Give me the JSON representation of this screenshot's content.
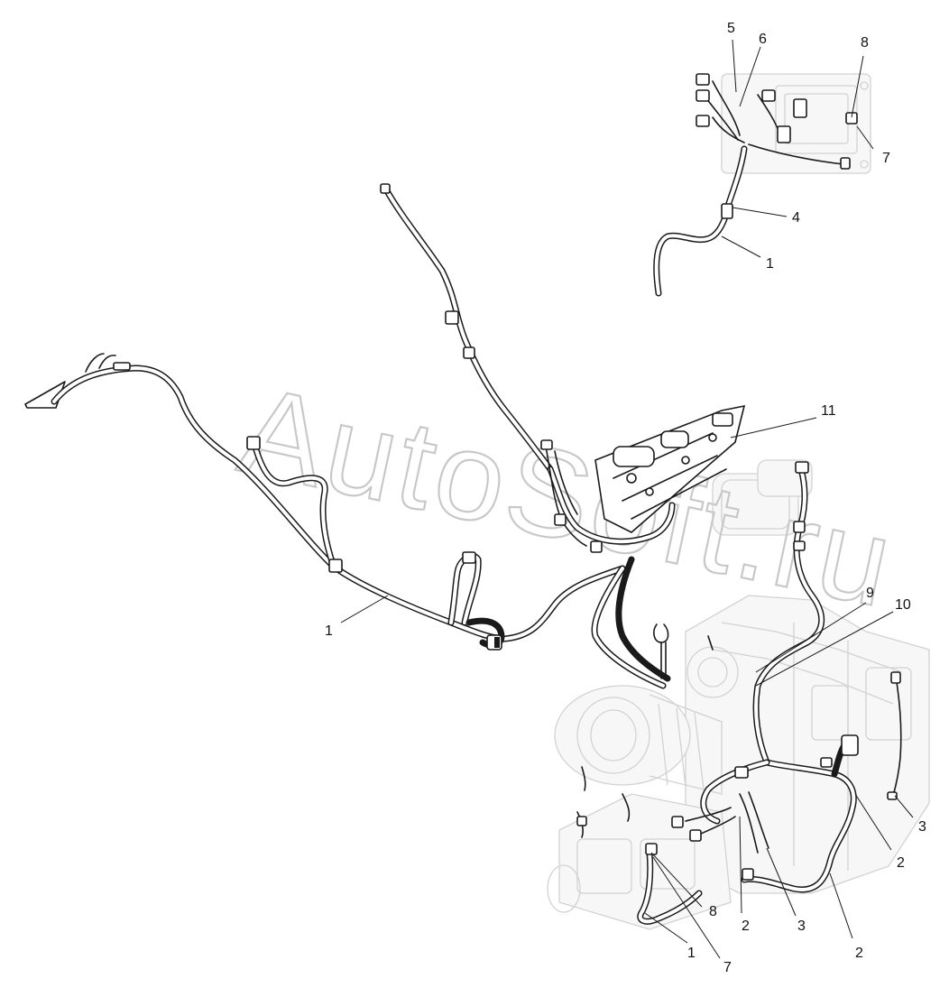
{
  "watermark": "AutoSoft.ru",
  "callouts": [
    {
      "id": "c5",
      "text": "5"
    },
    {
      "id": "c6",
      "text": "6"
    },
    {
      "id": "c8a",
      "text": "8"
    },
    {
      "id": "c7a",
      "text": "7"
    },
    {
      "id": "c4",
      "text": "4"
    },
    {
      "id": "c1a",
      "text": "1"
    },
    {
      "id": "c11",
      "text": "11"
    },
    {
      "id": "c1b",
      "text": "1"
    },
    {
      "id": "c9",
      "text": "9"
    },
    {
      "id": "c10",
      "text": "10"
    },
    {
      "id": "c3a",
      "text": "3"
    },
    {
      "id": "c2a",
      "text": "2"
    },
    {
      "id": "c8b",
      "text": "8"
    },
    {
      "id": "c2b",
      "text": "2"
    },
    {
      "id": "c3b",
      "text": "3"
    },
    {
      "id": "c2c",
      "text": "2"
    },
    {
      "id": "c1c",
      "text": "1"
    },
    {
      "id": "c7b",
      "text": "7"
    }
  ]
}
